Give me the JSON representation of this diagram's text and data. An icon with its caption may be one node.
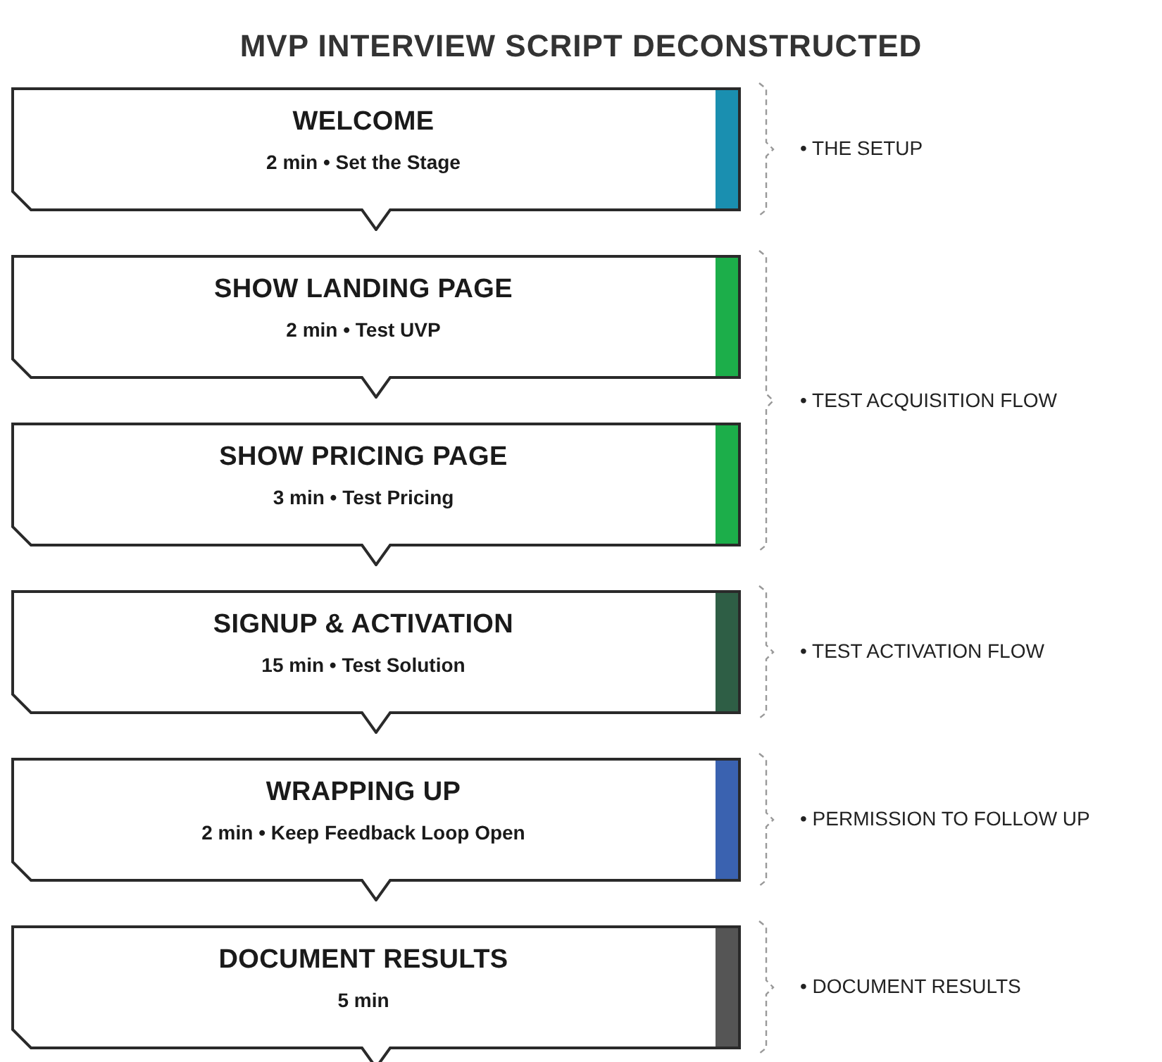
{
  "diagram": {
    "title": "MVP INTERVIEW SCRIPT DECONSTRUCTED",
    "nodes": [
      {
        "text": [
          "WELCOME",
          "2 min • Set the Stage"
        ]
      },
      {
        "text": [
          "SHOW LANDING PAGE",
          "2 min • Test UVP"
        ]
      },
      {
        "text": [
          "SHOW PRICING PAGE",
          "3 min • Test Pricing"
        ]
      },
      {
        "text": [
          "SIGNUP & ACTIVATION",
          "15 min • Test Solution"
        ]
      },
      {
        "text": [
          "WRAPPING UP",
          "2 min • Keep Feedback Loop Open"
        ]
      },
      {
        "text": [
          "DOCUMENT RESULTS",
          "5 min"
        ]
      }
    ],
    "labels": [
      "• THE SETUP",
      "• TEST ACQUISITION FLOW",
      "• TEST ACTIVATION FLOW",
      "• PERMISSION TO FOLLOW UP",
      "• DOCUMENT RESULTS"
    ]
  }
}
